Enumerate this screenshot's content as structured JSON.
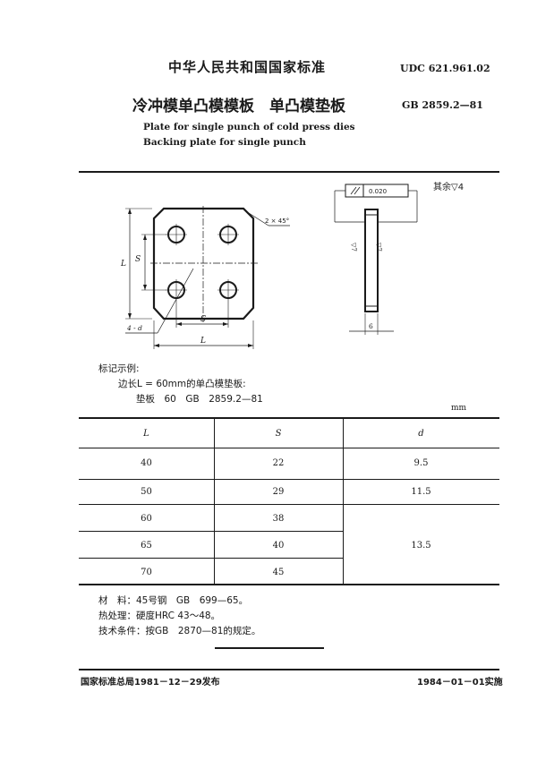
{
  "header": {
    "country_standard": "中华人民共和国国家标准",
    "udc": "UDC 621.961.02",
    "title_cn": "冷冲模单凸模模板　单凸模垫板",
    "gb_no": "GB 2859.2—81",
    "title_en_1": "Plate for single punch of cold press dies",
    "title_en_2": "Backing plate for single punch"
  },
  "drawing": {
    "roughness_note": "其余▽4",
    "chamfer": "2 × 45°",
    "tolerance_value": "0.020",
    "dim_L": "L",
    "dim_S": "S",
    "dim_4d": "4 - d",
    "dim_thickness": "6",
    "finish_mark": "▽7"
  },
  "marking": {
    "heading": "标记示例:",
    "line1": "边长L = 60mm的单凸模垫板:",
    "line2": "垫板　60　GB　2859.2—81"
  },
  "table": {
    "unit": "mm",
    "headers": [
      "L",
      "S",
      "d"
    ],
    "rows": [
      {
        "L": "40",
        "S": "22",
        "d": "9.5"
      },
      {
        "L": "50",
        "S": "29",
        "d": "11.5"
      },
      {
        "L": "60",
        "S": "38",
        "d": ""
      },
      {
        "L": "65",
        "S": "40",
        "d": "13.5"
      },
      {
        "L": "70",
        "S": "45",
        "d": ""
      }
    ]
  },
  "notes": {
    "material": "材　料：45号钢　GB　699—65。",
    "heat_treatment": "热处理：硬度HRC 43～48。",
    "tech_conditions": "技术条件：按GB　2870—81的规定。"
  },
  "footer": {
    "issuer": "国家标准总局1981－12－29发布",
    "effective": "1984－01－01实施"
  }
}
